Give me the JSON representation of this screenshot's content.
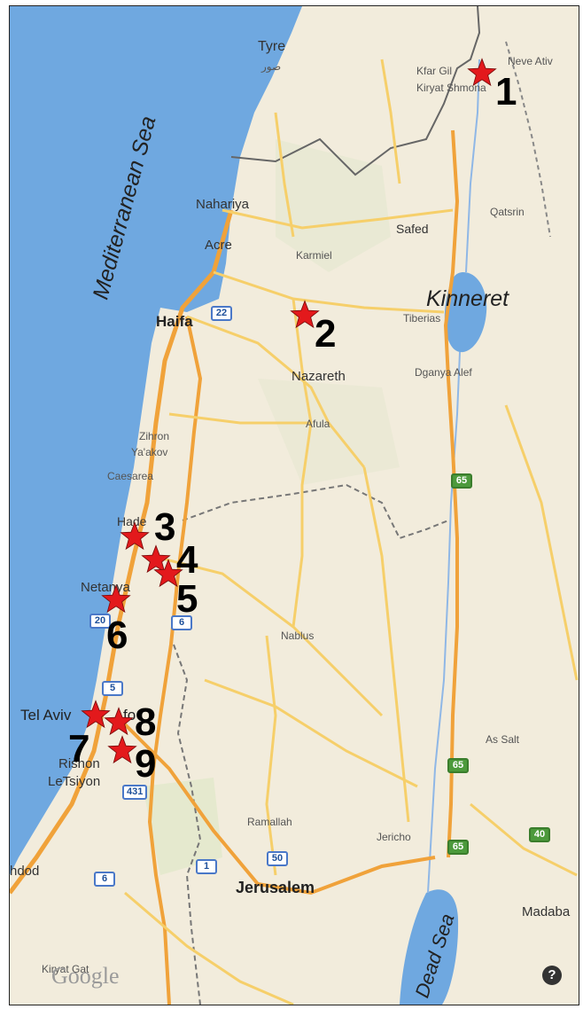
{
  "map": {
    "water_labels": {
      "sea": "Mediterranean Sea",
      "kinneret": "Kinneret",
      "dead_sea": "Dead Sea"
    },
    "places": {
      "tyre": "Tyre",
      "tyre_arabic": "صور",
      "kfar_giladi": "Kfar Gil",
      "neve_ativ": "Neve Ativ",
      "kiryat_shmona": "Kiryat Shmona",
      "qatsrin": "Qatsrin",
      "nahariya": "Nahariya",
      "safed": "Safed",
      "acre": "Acre",
      "karmiel": "Karmiel",
      "haifa": "Haifa",
      "tiberias": "Tiberias",
      "nazareth": "Nazareth",
      "dganya": "Dganya Alef",
      "afula": "Afula",
      "zihron": "Zihron",
      "yaakov": "Ya'akov",
      "caesarea": "Caesarea",
      "hadera": "Hade",
      "netanya": "Netanya",
      "nablus": "Nablus",
      "tel_aviv": "Tel Aviv",
      "yafo": "fo",
      "rishon": "Rishon",
      "letsiyon": "LeTsiyon",
      "as_salt": "As Salt",
      "ramallah": "Ramallah",
      "jericho": "Jericho",
      "ashdod": "hdod",
      "jerusalem": "Jerusalem",
      "madaba": "Madaba",
      "kiryat_gat": "Kiryat Gat"
    },
    "shields": {
      "r22": "22",
      "r20": "20",
      "r6a": "6",
      "r5": "5",
      "r431": "431",
      "r1": "1",
      "r50": "50",
      "r6b": "6",
      "r65a": "65",
      "r65b": "65",
      "r65c": "65",
      "r40": "40"
    },
    "markers": [
      "1",
      "2",
      "3",
      "4",
      "5",
      "6",
      "7",
      "8",
      "9"
    ],
    "logo": "Google",
    "help": "?",
    "colors": {
      "sea": "#6fa8e0",
      "land": "#f2ecdc",
      "road_major": "#f0a23a",
      "road_minor": "#f6cf6a",
      "star": "#e3191c"
    }
  }
}
